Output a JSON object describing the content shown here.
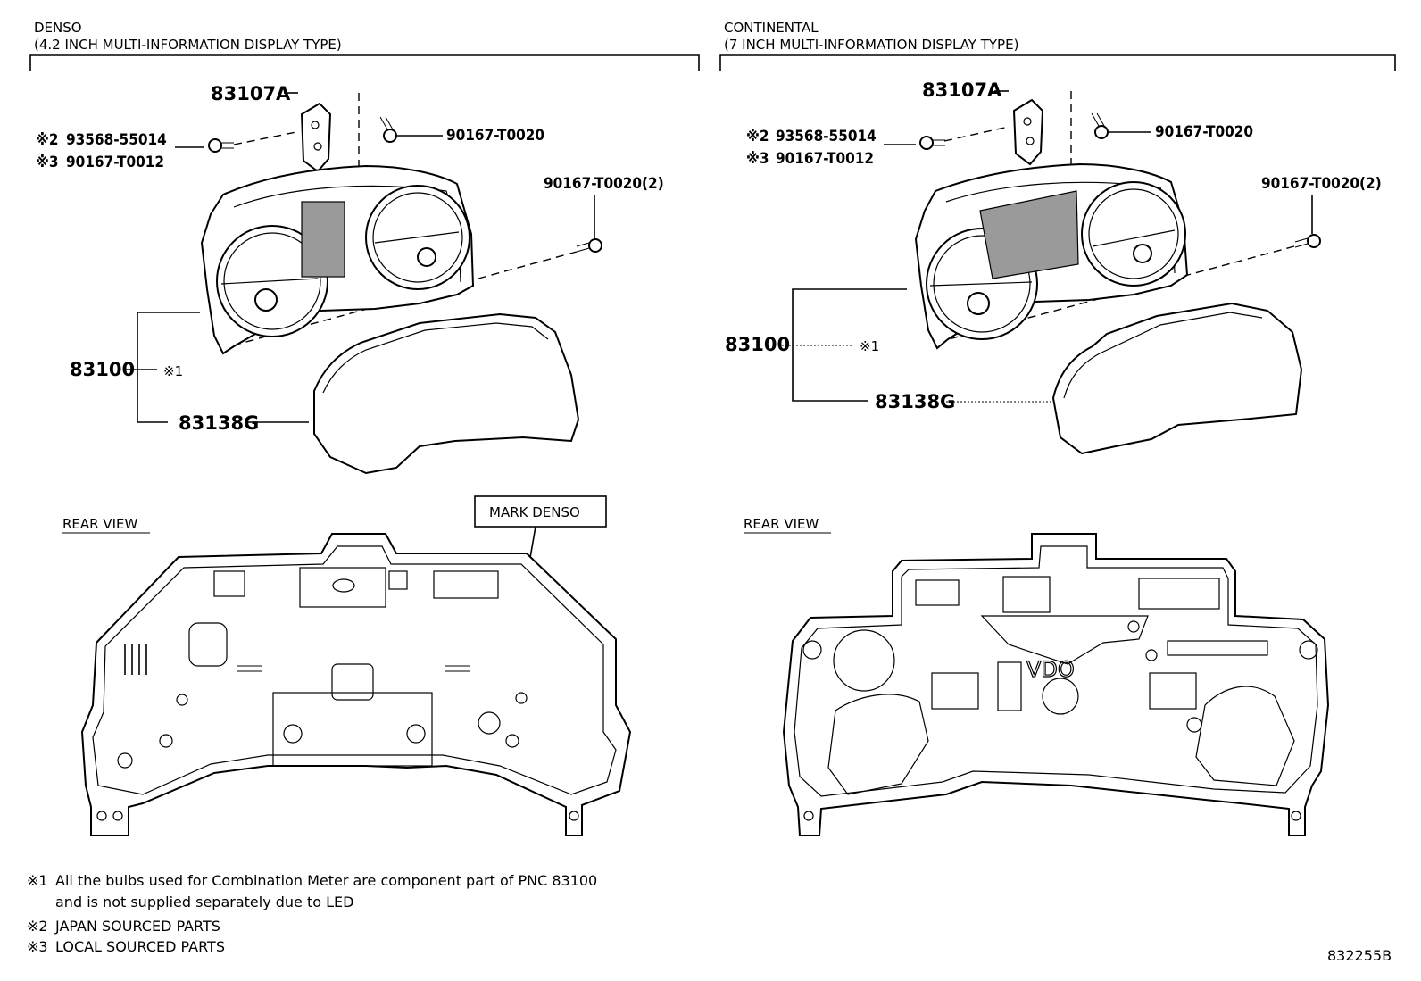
{
  "left_panel": {
    "title": "DENSO",
    "subtitle": "(4.2 INCH MULTI-INFORMATION DISPLAY TYPE)",
    "parts": {
      "bracket": "83107A",
      "screw_top": "90167-T0020",
      "screw_side": "90167-T0020(2)",
      "ref_japan_mark": "※2",
      "ref_japan": "93568-55014",
      "ref_local_mark": "※3",
      "ref_local": "90167-T0012",
      "meter": "83100",
      "meter_mark": "※1",
      "lens": "83138G"
    },
    "rear_view_label": "REAR VIEW",
    "mark_label": "MARK DENSO"
  },
  "right_panel": {
    "title": "CONTINENTAL",
    "subtitle": "(7 INCH MULTI-INFORMATION DISPLAY TYPE)",
    "parts": {
      "bracket": "83107A",
      "screw_top": "90167-T0020",
      "screw_side": "90167-T0020(2)",
      "ref_japan_mark": "※2",
      "ref_japan": "93568-55014",
      "ref_local_mark": "※3",
      "ref_local": "90167-T0012",
      "meter": "83100",
      "meter_mark": "※1",
      "lens": "83138G"
    },
    "rear_view_label": "REAR VIEW",
    "brand_mark": "VDO"
  },
  "notes": [
    {
      "mark": "※1",
      "text": "All the bulbs used for Combination Meter are component part of PNC 83100"
    },
    {
      "mark": "",
      "text": "and is not supplied separately due to LED"
    },
    {
      "mark": "※2",
      "text": "JAPAN SOURCED PARTS"
    },
    {
      "mark": "※3",
      "text": "LOCAL SOURCED PARTS"
    }
  ],
  "figure_id": "832255B"
}
